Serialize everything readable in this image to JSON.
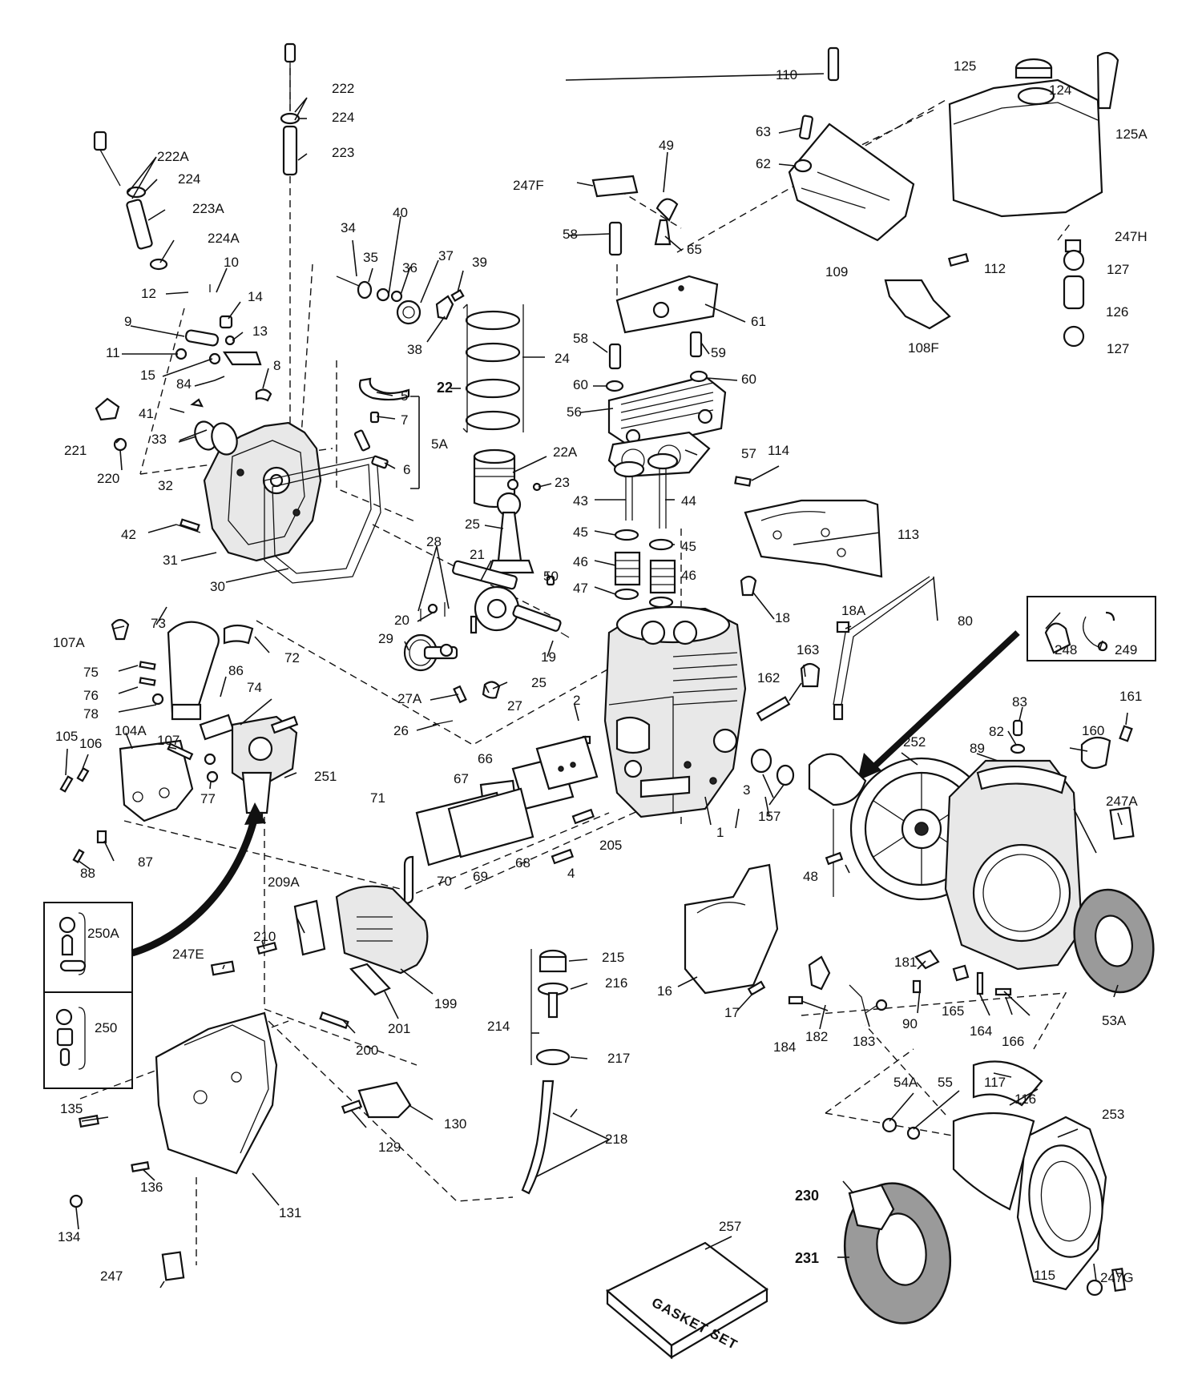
{
  "callouts": [
    {
      "id": "p1",
      "text": "1"
    },
    {
      "id": "p2",
      "text": "2"
    },
    {
      "id": "p3",
      "text": "3"
    },
    {
      "id": "p4",
      "text": "4"
    },
    {
      "id": "p5",
      "text": "5"
    },
    {
      "id": "p5a",
      "text": "5A"
    },
    {
      "id": "p6",
      "text": "6"
    },
    {
      "id": "p7",
      "text": "7"
    },
    {
      "id": "p8",
      "text": "8"
    },
    {
      "id": "p9",
      "text": "9"
    },
    {
      "id": "p10",
      "text": "10"
    },
    {
      "id": "p11",
      "text": "11"
    },
    {
      "id": "p12",
      "text": "12"
    },
    {
      "id": "p13",
      "text": "13"
    },
    {
      "id": "p14",
      "text": "14"
    },
    {
      "id": "p15",
      "text": "15"
    },
    {
      "id": "p16",
      "text": "16"
    },
    {
      "id": "p17",
      "text": "17"
    },
    {
      "id": "p18",
      "text": "18"
    },
    {
      "id": "p18a",
      "text": "18A"
    },
    {
      "id": "p19",
      "text": "19"
    },
    {
      "id": "p20",
      "text": "20"
    },
    {
      "id": "p21",
      "text": "21"
    },
    {
      "id": "p22",
      "text": "22"
    },
    {
      "id": "p22a",
      "text": "22A"
    },
    {
      "id": "p23",
      "text": "23"
    },
    {
      "id": "p24",
      "text": "24"
    },
    {
      "id": "p25a",
      "text": "25"
    },
    {
      "id": "p25b",
      "text": "25"
    },
    {
      "id": "p26",
      "text": "26"
    },
    {
      "id": "p27",
      "text": "27"
    },
    {
      "id": "p27a",
      "text": "27A"
    },
    {
      "id": "p28",
      "text": "28"
    },
    {
      "id": "p29",
      "text": "29"
    },
    {
      "id": "p30",
      "text": "30"
    },
    {
      "id": "p31",
      "text": "31"
    },
    {
      "id": "p32",
      "text": "32"
    },
    {
      "id": "p33",
      "text": "33"
    },
    {
      "id": "p34",
      "text": "34"
    },
    {
      "id": "p35",
      "text": "35"
    },
    {
      "id": "p36",
      "text": "36"
    },
    {
      "id": "p37",
      "text": "37"
    },
    {
      "id": "p38",
      "text": "38"
    },
    {
      "id": "p39",
      "text": "39"
    },
    {
      "id": "p40",
      "text": "40"
    },
    {
      "id": "p41",
      "text": "41"
    },
    {
      "id": "p42",
      "text": "42"
    },
    {
      "id": "p43",
      "text": "43"
    },
    {
      "id": "p44",
      "text": "44"
    },
    {
      "id": "p45a",
      "text": "45"
    },
    {
      "id": "p45b",
      "text": "45"
    },
    {
      "id": "p46a",
      "text": "46"
    },
    {
      "id": "p46b",
      "text": "46"
    },
    {
      "id": "p47",
      "text": "47"
    },
    {
      "id": "p48",
      "text": "48"
    },
    {
      "id": "p49",
      "text": "49"
    },
    {
      "id": "p50",
      "text": "50"
    },
    {
      "id": "p53a",
      "text": "53A"
    },
    {
      "id": "p54a",
      "text": "54A"
    },
    {
      "id": "p55",
      "text": "55"
    },
    {
      "id": "p56",
      "text": "56"
    },
    {
      "id": "p57",
      "text": "57"
    },
    {
      "id": "p58a",
      "text": "58"
    },
    {
      "id": "p58b",
      "text": "58"
    },
    {
      "id": "p59",
      "text": "59"
    },
    {
      "id": "p60a",
      "text": "60"
    },
    {
      "id": "p60b",
      "text": "60"
    },
    {
      "id": "p61",
      "text": "61"
    },
    {
      "id": "p62",
      "text": "62"
    },
    {
      "id": "p63",
      "text": "63"
    },
    {
      "id": "p65",
      "text": "65"
    },
    {
      "id": "p66",
      "text": "66"
    },
    {
      "id": "p67",
      "text": "67"
    },
    {
      "id": "p68",
      "text": "68"
    },
    {
      "id": "p69",
      "text": "69"
    },
    {
      "id": "p70",
      "text": "70"
    },
    {
      "id": "p71",
      "text": "71"
    },
    {
      "id": "p72",
      "text": "72"
    },
    {
      "id": "p73",
      "text": "73"
    },
    {
      "id": "p74",
      "text": "74"
    },
    {
      "id": "p75",
      "text": "75"
    },
    {
      "id": "p76",
      "text": "76"
    },
    {
      "id": "p77",
      "text": "77"
    },
    {
      "id": "p78",
      "text": "78"
    },
    {
      "id": "p80",
      "text": "80"
    },
    {
      "id": "p82",
      "text": "82"
    },
    {
      "id": "p83",
      "text": "83"
    },
    {
      "id": "p84",
      "text": "84"
    },
    {
      "id": "p86",
      "text": "86"
    },
    {
      "id": "p87",
      "text": "87"
    },
    {
      "id": "p88",
      "text": "88"
    },
    {
      "id": "p89",
      "text": "89"
    },
    {
      "id": "p90",
      "text": "90"
    },
    {
      "id": "p104a",
      "text": "104A"
    },
    {
      "id": "p105",
      "text": "105"
    },
    {
      "id": "p106",
      "text": "106"
    },
    {
      "id": "p107",
      "text": "107"
    },
    {
      "id": "p107a",
      "text": "107A"
    },
    {
      "id": "p108f",
      "text": "108F"
    },
    {
      "id": "p109",
      "text": "109"
    },
    {
      "id": "p110",
      "text": "110"
    },
    {
      "id": "p112",
      "text": "112"
    },
    {
      "id": "p113",
      "text": "113"
    },
    {
      "id": "p114",
      "text": "114"
    },
    {
      "id": "p115",
      "text": "115"
    },
    {
      "id": "p116",
      "text": "116"
    },
    {
      "id": "p117",
      "text": "117"
    },
    {
      "id": "p124",
      "text": "124"
    },
    {
      "id": "p125",
      "text": "125"
    },
    {
      "id": "p125a",
      "text": "125A"
    },
    {
      "id": "p126",
      "text": "126"
    },
    {
      "id": "p127a",
      "text": "127"
    },
    {
      "id": "p127b",
      "text": "127"
    },
    {
      "id": "p129",
      "text": "129"
    },
    {
      "id": "p130",
      "text": "130"
    },
    {
      "id": "p131",
      "text": "131"
    },
    {
      "id": "p134",
      "text": "134"
    },
    {
      "id": "p135",
      "text": "135"
    },
    {
      "id": "p136",
      "text": "136"
    },
    {
      "id": "p157",
      "text": "157"
    },
    {
      "id": "p160",
      "text": "160"
    },
    {
      "id": "p161",
      "text": "161"
    },
    {
      "id": "p162",
      "text": "162"
    },
    {
      "id": "p163",
      "text": "163"
    },
    {
      "id": "p164",
      "text": "164"
    },
    {
      "id": "p165",
      "text": "165"
    },
    {
      "id": "p166",
      "text": "166"
    },
    {
      "id": "p181",
      "text": "181"
    },
    {
      "id": "p182",
      "text": "182"
    },
    {
      "id": "p183",
      "text": "183"
    },
    {
      "id": "p184",
      "text": "184"
    },
    {
      "id": "p199",
      "text": "199"
    },
    {
      "id": "p200",
      "text": "200"
    },
    {
      "id": "p201",
      "text": "201"
    },
    {
      "id": "p205",
      "text": "205"
    },
    {
      "id": "p209a",
      "text": "209A"
    },
    {
      "id": "p210",
      "text": "210"
    },
    {
      "id": "p214",
      "text": "214"
    },
    {
      "id": "p215",
      "text": "215"
    },
    {
      "id": "p216",
      "text": "216"
    },
    {
      "id": "p217",
      "text": "217"
    },
    {
      "id": "p218",
      "text": "218"
    },
    {
      "id": "p220",
      "text": "220"
    },
    {
      "id": "p221",
      "text": "221"
    },
    {
      "id": "p222",
      "text": "222"
    },
    {
      "id": "p222a",
      "text": "222A"
    },
    {
      "id": "p223",
      "text": "223"
    },
    {
      "id": "p223a",
      "text": "223A"
    },
    {
      "id": "p224a",
      "text": "224"
    },
    {
      "id": "p224b",
      "text": "224"
    },
    {
      "id": "p224c",
      "text": "224A"
    },
    {
      "id": "p230",
      "text": "230"
    },
    {
      "id": "p231",
      "text": "231"
    },
    {
      "id": "p247",
      "text": "247"
    },
    {
      "id": "p247a",
      "text": "247A"
    },
    {
      "id": "p247e",
      "text": "247E"
    },
    {
      "id": "p247f",
      "text": "247F"
    },
    {
      "id": "p247g",
      "text": "247G"
    },
    {
      "id": "p247h",
      "text": "247H"
    },
    {
      "id": "p248",
      "text": "248"
    },
    {
      "id": "p249",
      "text": "249"
    },
    {
      "id": "p250",
      "text": "250"
    },
    {
      "id": "p250a",
      "text": "250A"
    },
    {
      "id": "p251",
      "text": "251"
    },
    {
      "id": "p252",
      "text": "252"
    },
    {
      "id": "p253",
      "text": "253"
    },
    {
      "id": "p257",
      "text": "257"
    }
  ],
  "gasket_set_label": "GASKET SET"
}
